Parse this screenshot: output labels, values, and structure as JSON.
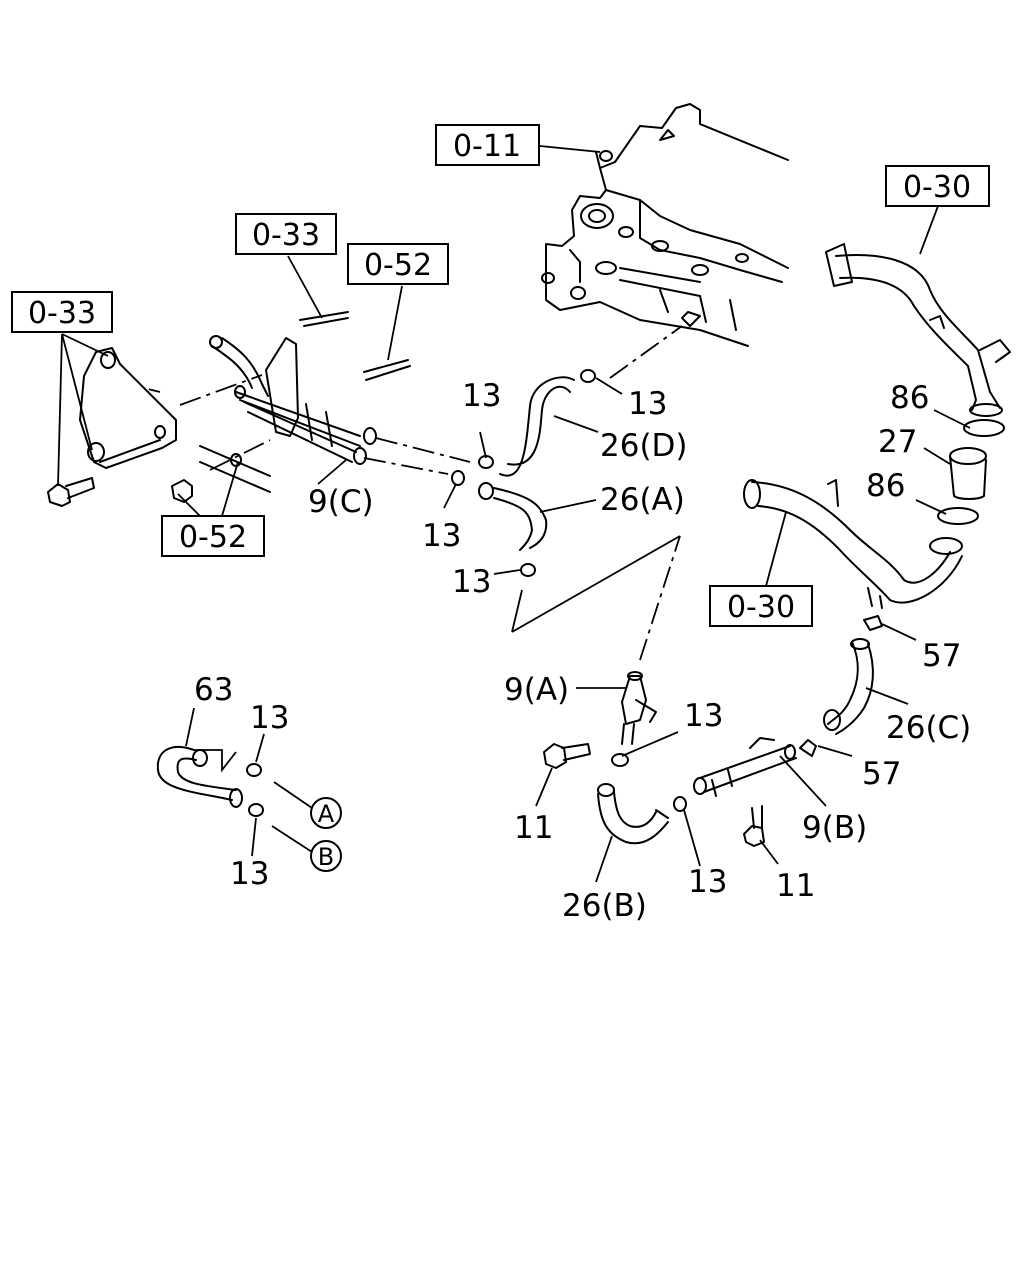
{
  "diagram": {
    "ref_labels": {
      "r_0_11": "0-11",
      "r_0_33_top": "0-33",
      "r_0_52_top": "0-52",
      "r_0_33_left": "0-33",
      "r_0_52_bottom": "0-52",
      "r_0_30_top": "0-30",
      "r_0_30_mid": "0-30"
    },
    "part_labels": {
      "p13_a": "13",
      "p13_b": "13",
      "p26d": "26(D)",
      "p26a": "26(A)",
      "p9c": "9(C)",
      "p13_c": "13",
      "p13_d": "13",
      "p86_top": "86",
      "p27": "27",
      "p86_bottom": "86",
      "p57_top": "57",
      "p26c": "26(C)",
      "p57_bottom": "57",
      "p9a": "9(A)",
      "p13_e": "13",
      "p11_left": "11",
      "p9b": "9(B)",
      "p13_f": "13",
      "p11_right": "11",
      "p26b": "26(B)",
      "p63": "63",
      "p13_g": "13",
      "p13_h": "13"
    },
    "markers": {
      "a": "A",
      "b": "B"
    }
  }
}
